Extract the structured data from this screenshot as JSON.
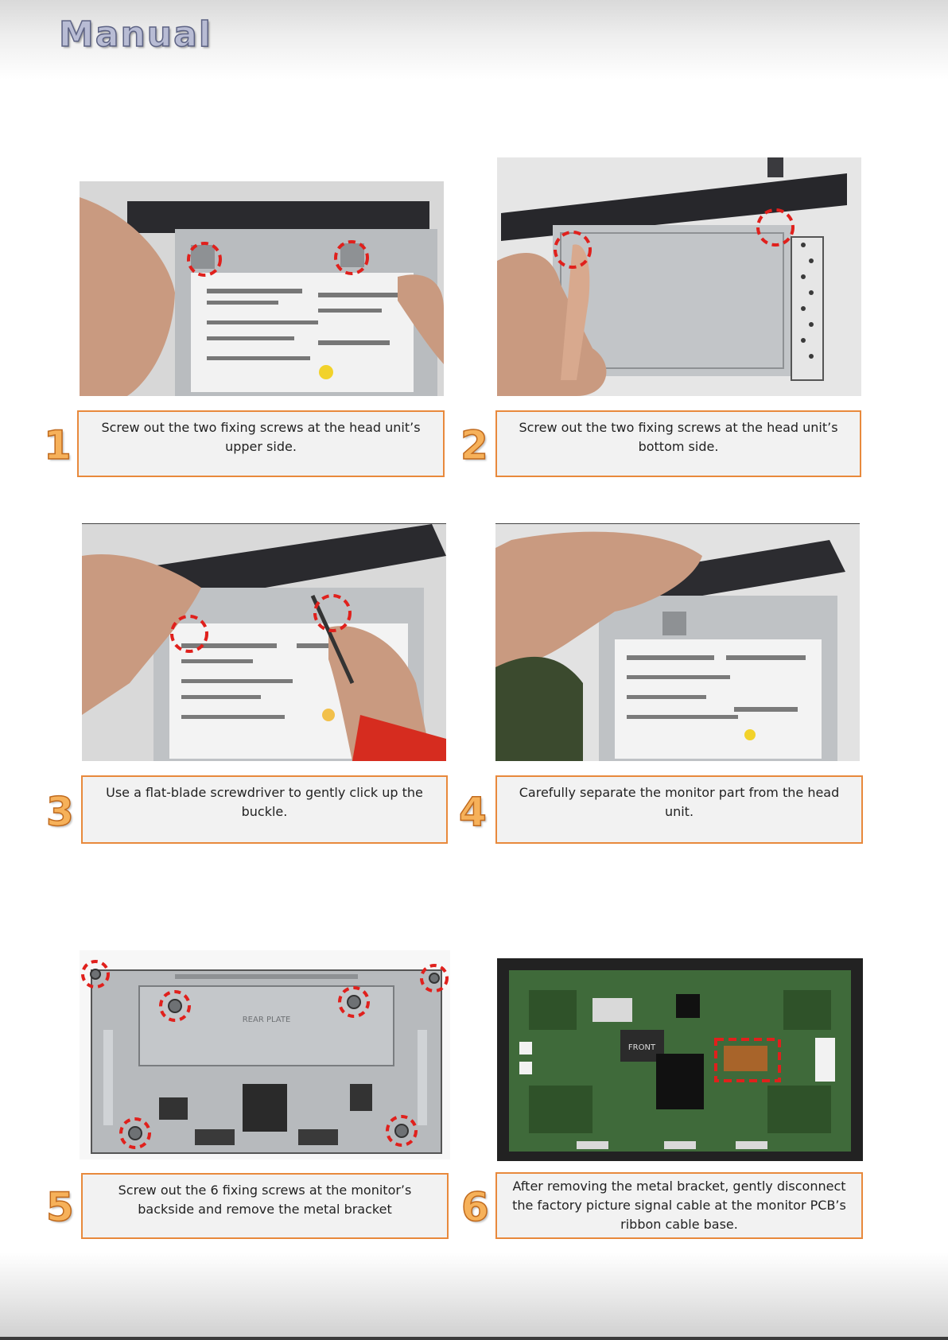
{
  "header": {
    "logo_text": "Manual"
  },
  "colors": {
    "accent_border": "#e8893c",
    "step_number": "#f6b15a",
    "marker_red": "#e0201c"
  },
  "steps": [
    {
      "number": "1",
      "caption": "Screw out the two fixing screws at the head unit’s upper side."
    },
    {
      "number": "2",
      "caption": "Screw out the two fixing screws at the head unit’s bottom side."
    },
    {
      "number": "3",
      "caption": "Use a flat-blade screwdriver to gently click up the buckle."
    },
    {
      "number": "4",
      "caption": "Carefully separate the monitor part from the head unit."
    },
    {
      "number": "5",
      "caption": "Screw out the 6 fixing screws at the monitor’s backside and remove the metal bracket"
    },
    {
      "number": "6",
      "caption": "After removing the metal bracket, gently disconnect the factory picture signal cable at the monitor PCB’s ribbon cable base."
    }
  ],
  "photo_labels": {
    "rear_plate": "REAR PLATE",
    "front": "FRONT"
  }
}
